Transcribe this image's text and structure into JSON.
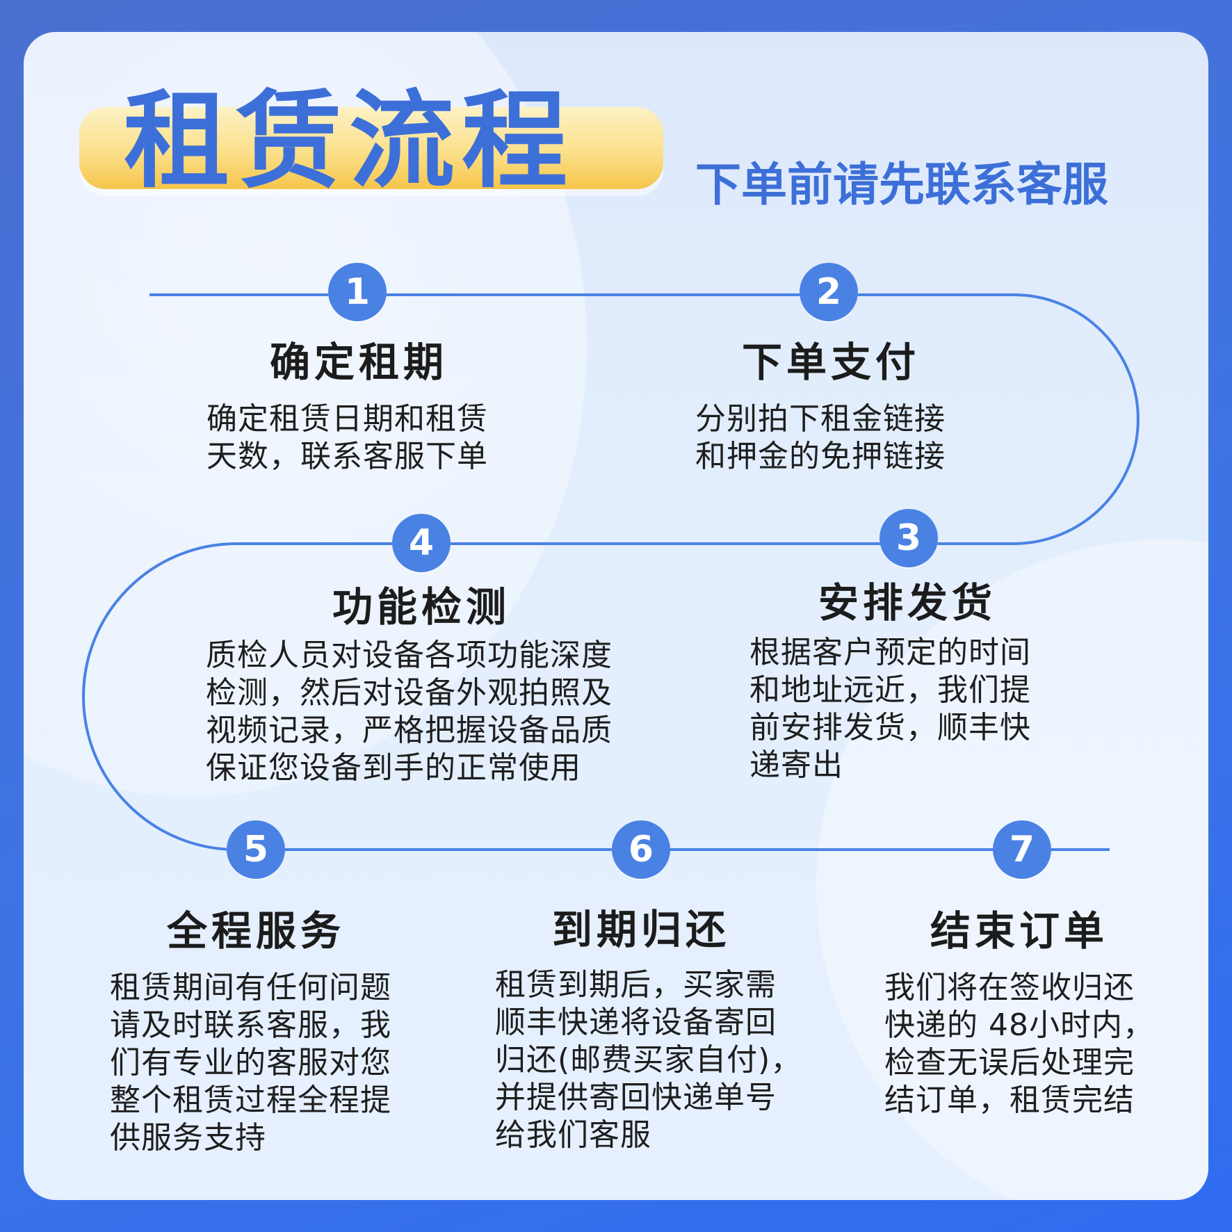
{
  "header": {
    "title": "租赁流程",
    "subtitle": "下单前请先联系客服"
  },
  "colors": {
    "accent_blue": "#4a82e4",
    "title_blue": "#3d6fd8",
    "highlight_yellow": "#f6c54b"
  },
  "steps": [
    {
      "number": "1",
      "title": "确定租期",
      "desc": [
        "确定租赁日期和租赁",
        "天数，联系客服下单"
      ]
    },
    {
      "number": "2",
      "title": "下单支付",
      "desc": [
        "分别拍下租金链接",
        "和押金的免押链接"
      ]
    },
    {
      "number": "3",
      "title": "安排发货",
      "desc": [
        "根据客户预定的时间",
        "和地址远近，我们提",
        "前安排发货，顺丰快",
        "递寄出"
      ]
    },
    {
      "number": "4",
      "title": "功能检测",
      "desc": [
        "质检人员对设备各项功能深度",
        "检测，然后对设备外观拍照及",
        "视频记录，严格把握设备品质",
        "保证您设备到手的正常使用"
      ]
    },
    {
      "number": "5",
      "title": "全程服务",
      "desc": [
        "租赁期间有任何问题",
        "请及时联系客服，我",
        "们有专业的客服对您",
        "整个租赁过程全程提",
        "供服务支持"
      ]
    },
    {
      "number": "6",
      "title": "到期归还",
      "desc": [
        "租赁到期后，买家需",
        "顺丰快递将设备寄回",
        "归还(邮费买家自付)，",
        "并提供寄回快递单号",
        "给我们客服"
      ]
    },
    {
      "number": "7",
      "title": "结束订单",
      "desc": [
        "我们将在签收归还",
        "快递的 48小时内，",
        "检查无误后处理完",
        "结订单，租赁完结"
      ]
    }
  ]
}
